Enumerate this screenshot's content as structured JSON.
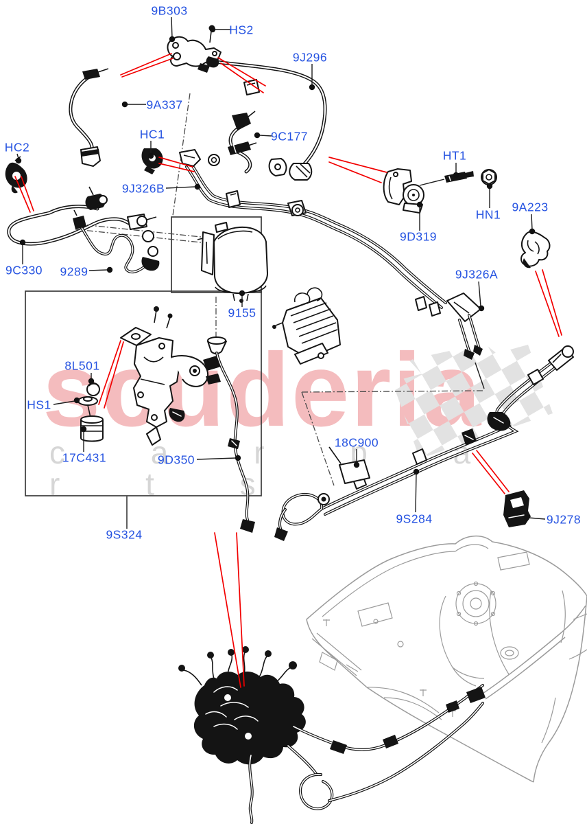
{
  "watermark": {
    "brand": "scuderia",
    "sub": "c a r  p a r t s"
  },
  "part_labels": [
    "9B303",
    "HS2",
    "9J296",
    "9A337",
    "HC1",
    "9C177",
    "HC2",
    "HT1",
    "9J326B",
    "HN1",
    "9A223",
    "9D319",
    "9C330",
    "9289",
    "9J326A",
    "9155",
    "8L501",
    "HS1",
    "17C431",
    "9D350",
    "18C900",
    "9S284",
    "9J278",
    "9S324"
  ],
  "colors": {
    "label_blue": "#2452e1",
    "arrow_red": "#f20000",
    "line_black": "#141414",
    "box_gray": "#3a3a3a",
    "tank_gray": "#9b9b9b",
    "watermark_pink": "#f4bcbe",
    "watermark_gray": "#d6d6d6",
    "checker_gray": "#e2e2e2"
  }
}
